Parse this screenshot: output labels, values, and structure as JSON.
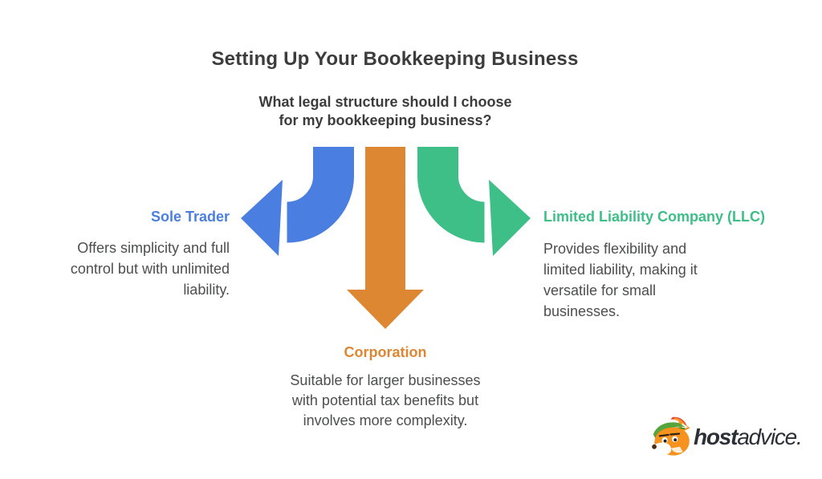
{
  "title": "Setting Up Your Bookkeeping Business",
  "question": "What legal structure should I choose\nfor my bookkeeping business?",
  "options": [
    {
      "label": "Sole Trader",
      "description": "Offers simplicity and full\ncontrol but with unlimited\nliability.",
      "color": "#4a7fe1"
    },
    {
      "label": "Corporation",
      "description": "Suitable for larger businesses\nwith potential tax benefits but\ninvolves more complexity.",
      "color": "#de8733"
    },
    {
      "label": "Limited Liability Company (LLC)",
      "description": "Provides flexibility and\nlimited liability, making it\nversatile for small\nbusinesses.",
      "color": "#3dbf87"
    }
  ],
  "colors": {
    "background": "#ffffff",
    "heading_text": "#3c3c3c",
    "body_text": "#4b4f4d",
    "arrow_blue": "#4a7fe1",
    "arrow_orange": "#de8733",
    "arrow_green": "#3dbf87",
    "logo_text": "#2b2f36"
  },
  "logo": {
    "brand_bold": "host",
    "brand_light": "advice.",
    "icon": "fox-mascot-icon"
  }
}
